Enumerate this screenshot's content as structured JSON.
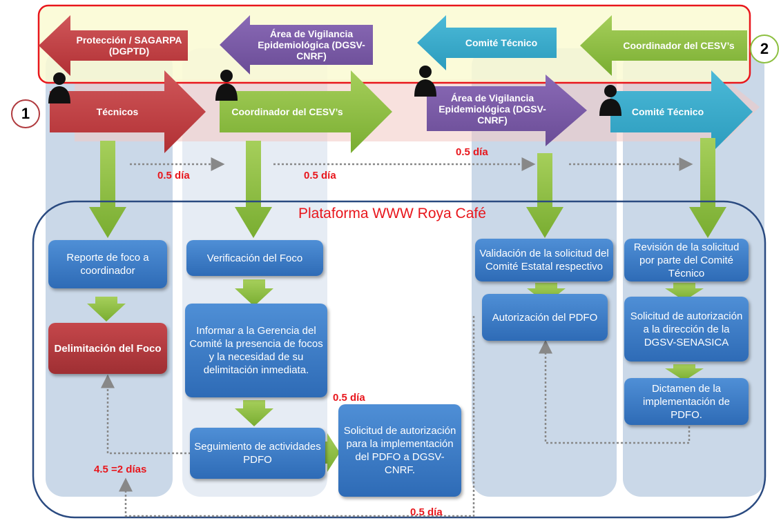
{
  "platform": {
    "title": "Plataforma WWW Roya Café"
  },
  "markers": {
    "one": "1",
    "two": "2"
  },
  "top_arrows": {
    "proteccion": "Protección / SAGARPA (DGPTD)",
    "area_vig": "Área de Vigilancia Epidemiológica (DGSV-CNRF)",
    "comite": "Comité Técnico",
    "coord": "Coordinador del CESV’s"
  },
  "actor_arrows": {
    "tecnicos": "Técnicos",
    "coord": "Coordinador del CESV’s",
    "area_vig": "Área de Vigilancia Epidemiológica (DGSV-CNRF)",
    "comite": "Comité Técnico"
  },
  "boxes": {
    "reporte": "Reporte de foco a coordinador",
    "delimitacion": "Delimitación del Foco",
    "verificacion": "Verificación del Foco",
    "informar": "Informar a la Gerencia del Comité la presencia de focos y la necesidad de su delimitación inmediata.",
    "seguimiento": "Seguimiento de actividades PDFO",
    "solicitud_aut": "Solicitud de autorización para la implementación del PDFO a DGSV-CNRF.",
    "validacion": "Validación de la solicitud del Comité Estatal respectivo",
    "autorizacion": "Autorización del PDFO",
    "revision": "Revisión de la solicitud por parte del Comité Técnico",
    "solicitud_dir": "Solicitud de autorización a la dirección de la DGSV-SENASICA",
    "dictamen": "Dictamen de la implementación de PDFO."
  },
  "times": {
    "t1": "0.5 día",
    "t2": "0.5 día",
    "t3": "0.5 día",
    "t4": "0.5 día",
    "t5": "4.5 =2 días",
    "t6": "0.5 día"
  },
  "colors": {
    "red": "#c0393d",
    "green": "#8cbf3f",
    "purple": "#7a5aa6",
    "teal": "#3aaccb",
    "blue": "#3a7cc6",
    "highlight": "#e8161c"
  }
}
